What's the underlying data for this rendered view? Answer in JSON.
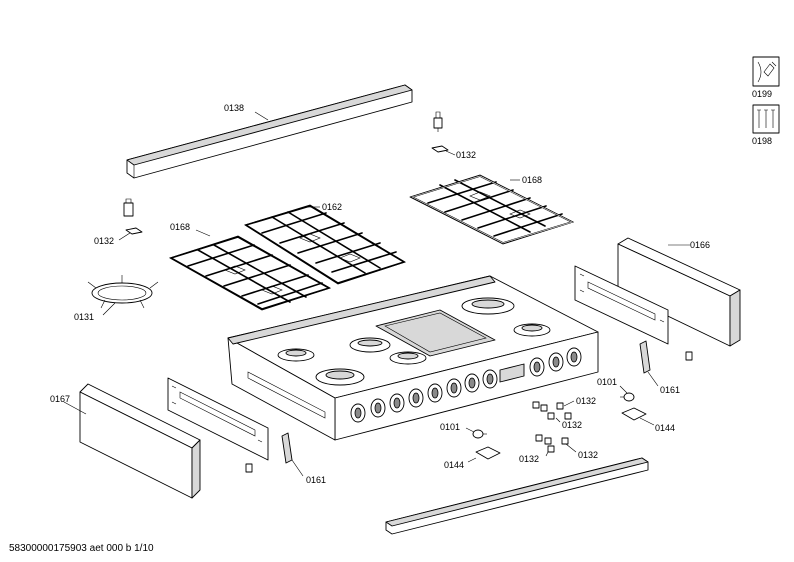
{
  "labels": {
    "l0138": "0138",
    "l0132_top": "0132",
    "l0168_right": "0168",
    "l0162": "0162",
    "l0168_left": "0168",
    "l0132_left": "0132",
    "l0131": "0131",
    "l0166": "0166",
    "l0167": "0167",
    "l0101_right": "0101",
    "l0132_r1": "0132",
    "l0161_right": "0161",
    "l0132_r2": "0132",
    "l0144_right": "0144",
    "l0101_left": "0101",
    "l0132_b1": "0132",
    "l0132_b2": "0132",
    "l0144_left": "0144",
    "l0161_left": "0161",
    "l0199": "0199",
    "l0198": "0198"
  },
  "footer": "58300000175903 aet 000 b 1/10",
  "icons": {
    "manual": "tools-manual-icon",
    "kit": "tool-kit-icon"
  }
}
